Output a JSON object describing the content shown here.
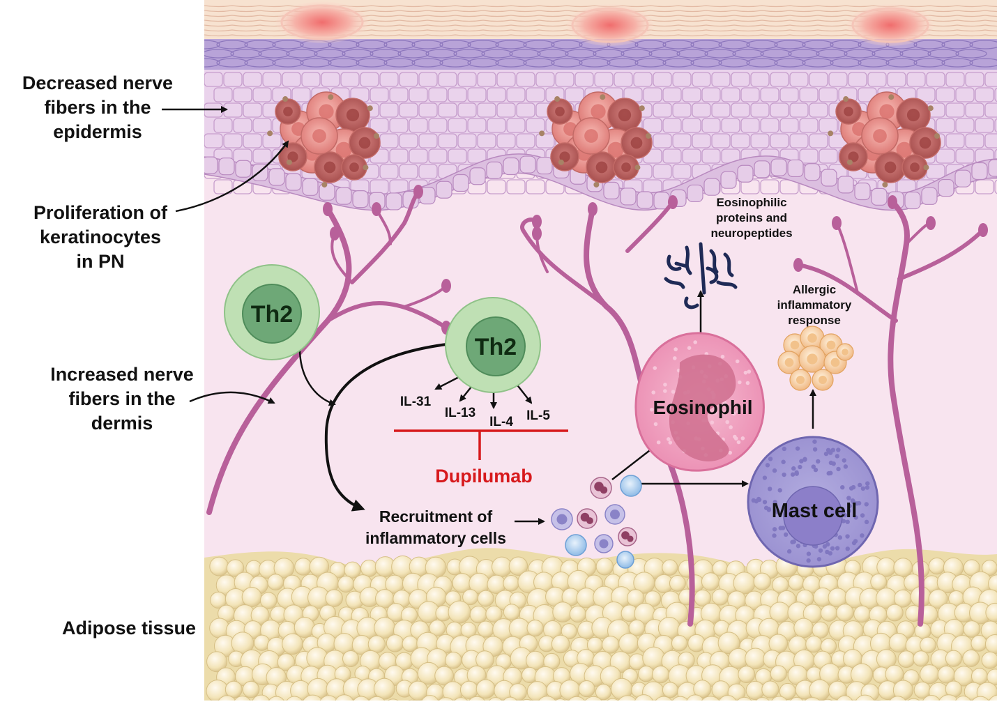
{
  "side_labels": {
    "decreased_nerve": "Decreased nerve\nfibers in the\nepidermis",
    "proliferation": "Proliferation of\nkeratinocytes\nin PN",
    "increased_nerve": "Increased nerve\nfibers in the\ndermis",
    "adipose": "Adipose tissue"
  },
  "cells": {
    "th2_left": "Th2",
    "th2_right": "Th2",
    "eosinophil": "Eosinophil",
    "mast_cell": "Mast cell"
  },
  "interleukins": [
    "IL-31",
    "IL-13",
    "IL-4",
    "IL-5"
  ],
  "drug": {
    "label": "Dupilumab",
    "color": "#d7191c"
  },
  "annotations": {
    "recruitment": "Recruitment of\ninflammatory cells",
    "eosinophilic": "Eosinophilic\nproteins and\nneuropeptides",
    "allergic": "Allergic\ninflammatory\nresponse"
  },
  "colors": {
    "dermis": "#f8e4ef",
    "epidermis": "#ead3ec",
    "nerve": "#b8609a",
    "th2_outer": "#bfe0b4",
    "th2_inner": "#6ea877",
    "eosinophil": "#ee9cbd",
    "mast_cell": "#a9a2d8",
    "adipose": "#f4e6b8",
    "keratinocyte_cluster": "#e98f86"
  }
}
